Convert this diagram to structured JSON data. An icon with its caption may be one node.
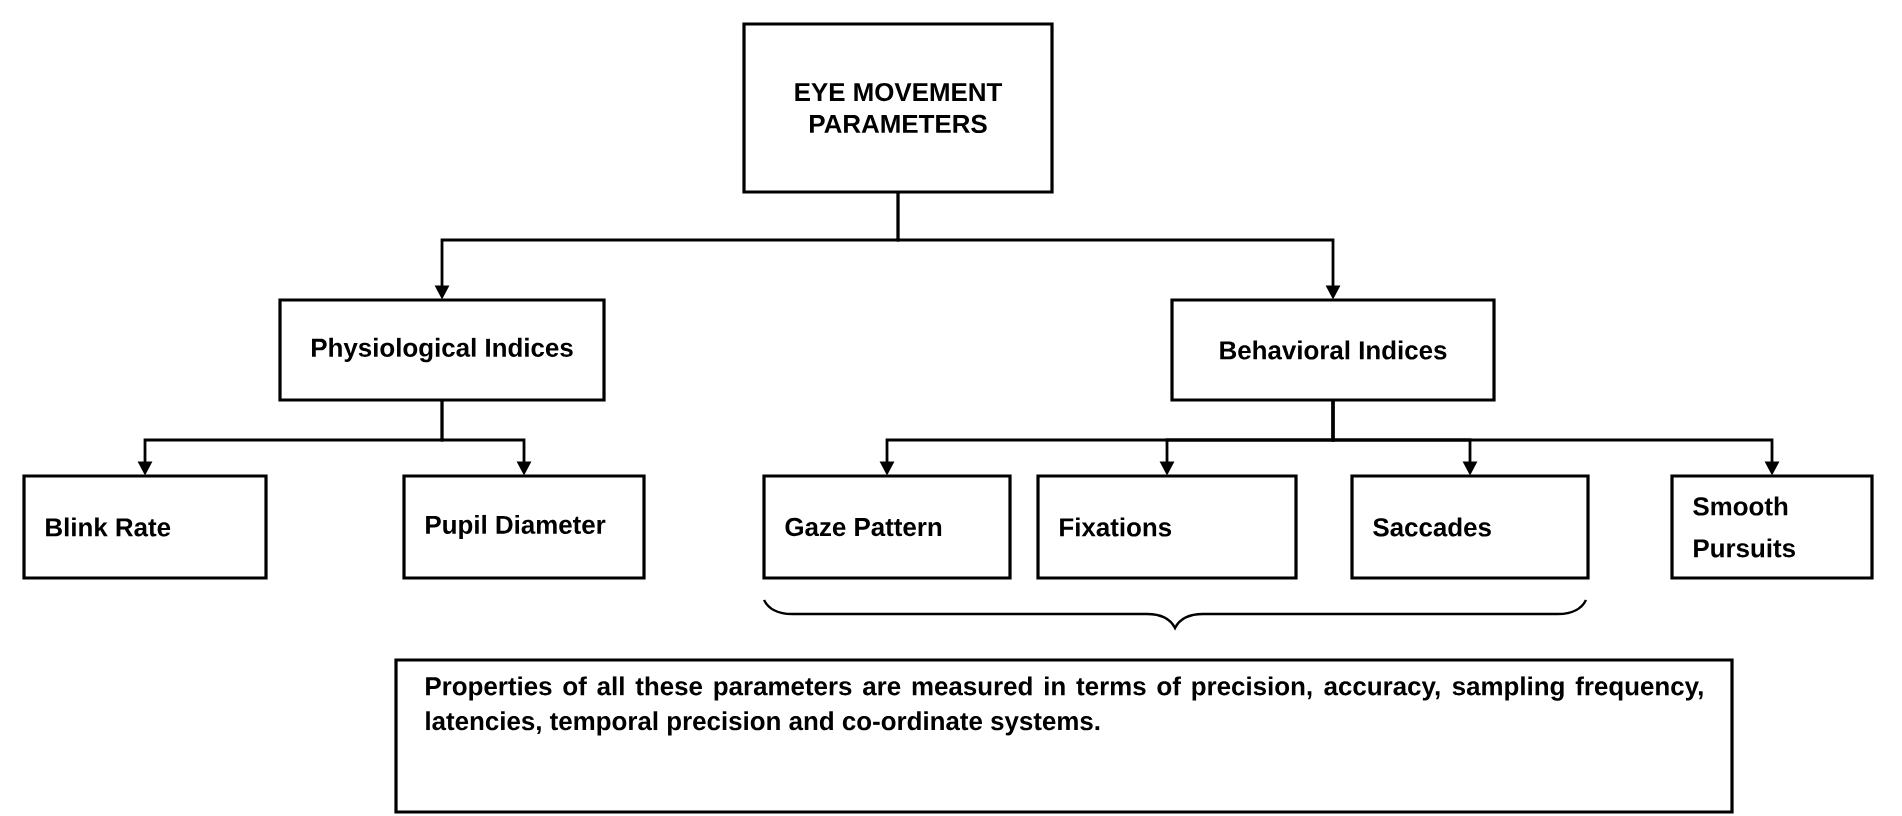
{
  "diagram": {
    "nodes": [
      {
        "text": [
          "EYE MOVEMENT PARAMETERS"
        ]
      },
      {
        "text": [
          "Physiological Indices"
        ]
      },
      {
        "text": [
          "Behavioral Indices"
        ]
      },
      {
        "text": [
          "Blink Rate"
        ]
      },
      {
        "text": [
          "Pupil Diameter"
        ]
      },
      {
        "text": [
          "Gaze Pattern"
        ]
      },
      {
        "text": [
          "Fixations"
        ]
      },
      {
        "text": [
          "Saccades"
        ]
      },
      {
        "text": [
          "Smooth Pursuits"
        ]
      },
      {
        "text": [
          "Properties of all these parameters are measured in terms of precision, accuracy, sampling frequency, latencies, temporal precision and co-ordinate systems."
        ]
      }
    ],
    "edges": [
      {
        "from": 0,
        "to": 1,
        "arrow": "to"
      },
      {
        "from": 0,
        "to": 2,
        "arrow": "to"
      },
      {
        "from": 1,
        "to": 3,
        "arrow": "to"
      },
      {
        "from": 1,
        "to": 4,
        "arrow": "to"
      },
      {
        "from": 2,
        "to": 5,
        "arrow": "to"
      },
      {
        "from": 2,
        "to": 6,
        "arrow": "to"
      },
      {
        "from": 2,
        "to": 7,
        "arrow": "to"
      },
      {
        "from": 2,
        "to": 8,
        "arrow": "to"
      }
    ]
  }
}
